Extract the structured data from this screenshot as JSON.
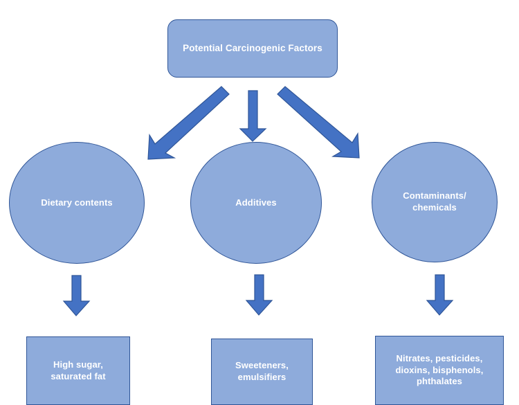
{
  "diagram": {
    "title_node": {
      "label": "Potential Carcinogenic Factors"
    },
    "categories": [
      {
        "label": "Dietary contents"
      },
      {
        "label": "Additives"
      },
      {
        "label": "Contaminants/\nchemicals"
      }
    ],
    "examples": [
      {
        "label": "High sugar,\nsaturated fat"
      },
      {
        "label": "Sweeteners,\nemulsifiers"
      },
      {
        "label": "Nitrates, pesticides,\ndioxins, bisphenols,\nphthalates"
      }
    ],
    "colors": {
      "node_fill": "#8EABDB",
      "node_border": "#2F5597",
      "arrow_fill": "#4472C4",
      "arrow_border": "#2F5597",
      "text": "#FFFFFF",
      "background": "#FFFFFF"
    }
  }
}
